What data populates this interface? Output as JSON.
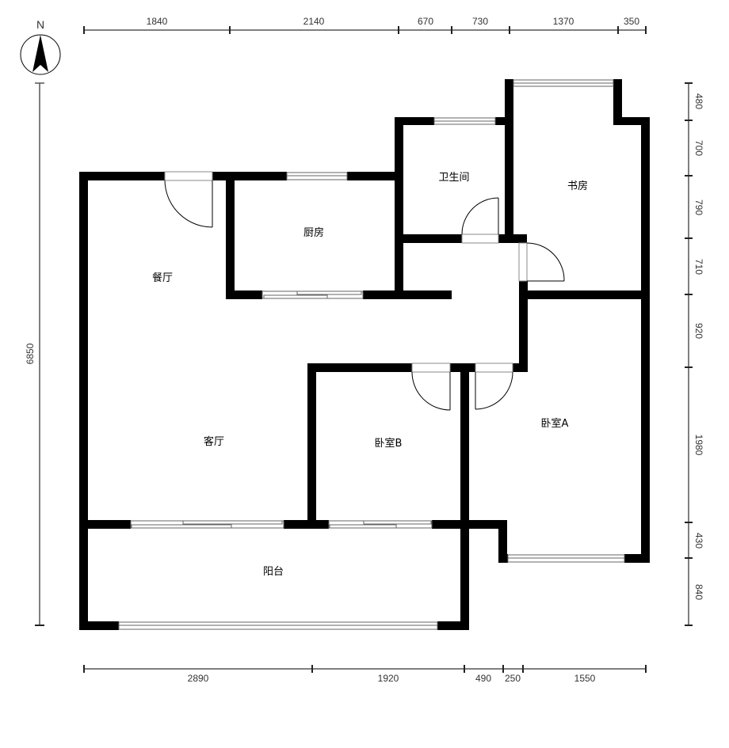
{
  "compass": {
    "label": "N"
  },
  "rooms": {
    "dining": "餐厅",
    "kitchen": "厨房",
    "bathroom": "卫生间",
    "study": "书房",
    "living": "客厅",
    "bedroom_b": "卧室B",
    "bedroom_a": "卧室A",
    "balcony": "阳台"
  },
  "dimensions": {
    "top": [
      "1840",
      "2140",
      "670",
      "730",
      "1370",
      "350"
    ],
    "bottom": [
      "2890",
      "1920",
      "490",
      "250",
      "1550"
    ],
    "right": [
      "480",
      "700",
      "790",
      "710",
      "920",
      "1980",
      "430",
      "840"
    ],
    "left": [
      "6850"
    ]
  }
}
